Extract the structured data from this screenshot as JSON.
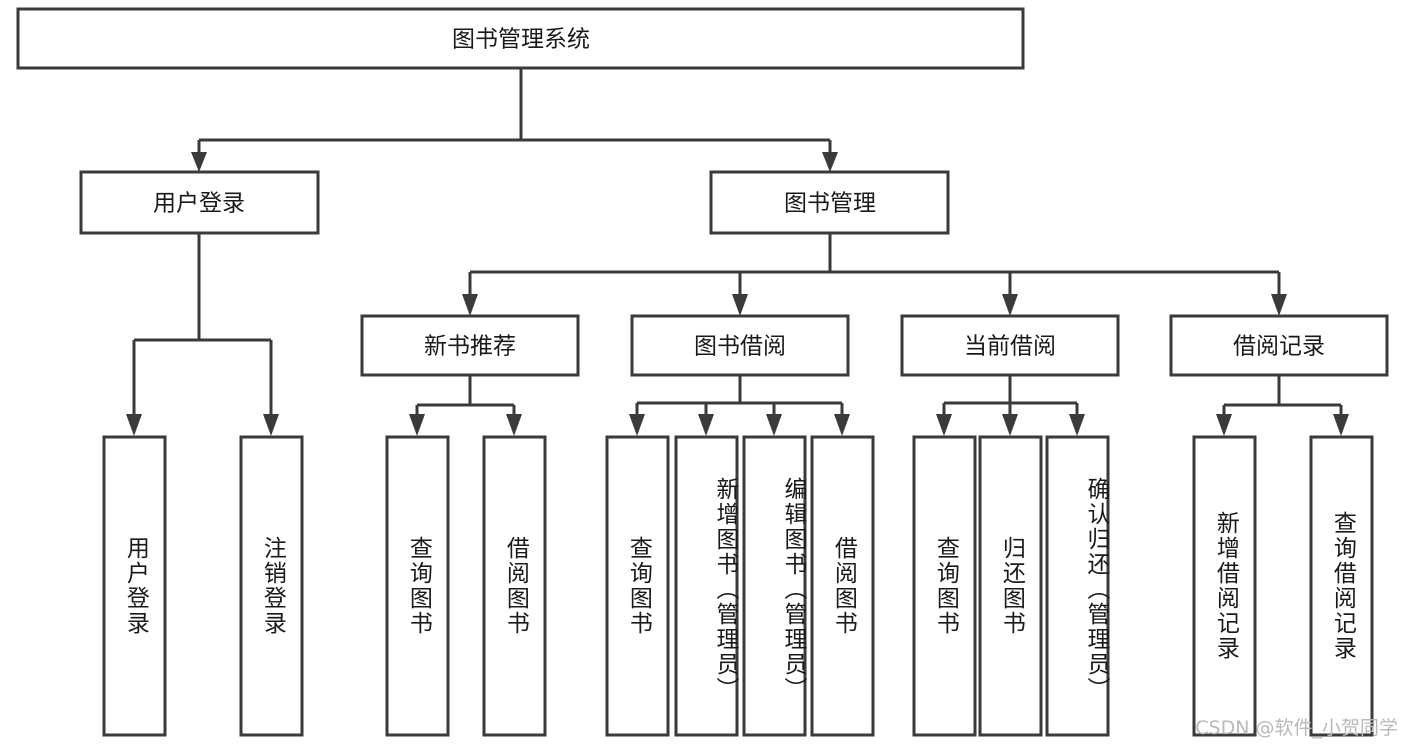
{
  "diagram": {
    "type": "tree-hierarchy",
    "title": "图书管理系统",
    "watermark": "CSDN @软件_小贺同学",
    "colors": {
      "box_fill": "#ffffff",
      "box_stroke": "#3a3a3a",
      "text": "#1a1a1a",
      "watermark": "#b9b9b9",
      "background": "#ffffff"
    },
    "levels": {
      "root": {
        "label": "图书管理系统"
      },
      "level2": [
        {
          "id": "user-login",
          "label": "用户登录"
        },
        {
          "id": "book-management",
          "label": "图书管理"
        }
      ],
      "level3": [
        {
          "id": "new-book-recommend",
          "label": "新书推荐",
          "parent": "book-management"
        },
        {
          "id": "book-borrow",
          "label": "图书借阅",
          "parent": "book-management"
        },
        {
          "id": "current-borrow",
          "label": "当前借阅",
          "parent": "book-management"
        },
        {
          "id": "borrow-record",
          "label": "借阅记录",
          "parent": "book-management"
        }
      ],
      "leaves": [
        {
          "id": "leaf-user-login",
          "label": "用户登录",
          "parent": "user-login"
        },
        {
          "id": "leaf-logout-login",
          "label": "注销登录",
          "parent": "user-login"
        },
        {
          "id": "leaf-query-book-1",
          "label": "查询图书",
          "parent": "new-book-recommend"
        },
        {
          "id": "leaf-borrow-book-1",
          "label": "借阅图书",
          "parent": "new-book-recommend"
        },
        {
          "id": "leaf-query-book-2",
          "label": "查询图书",
          "parent": "book-borrow"
        },
        {
          "id": "leaf-add-book",
          "label": "新增图书（管理员）",
          "parent": "book-borrow"
        },
        {
          "id": "leaf-edit-book",
          "label": "编辑图书（管理员）",
          "parent": "book-borrow"
        },
        {
          "id": "leaf-borrow-book-2",
          "label": "借阅图书",
          "parent": "book-borrow"
        },
        {
          "id": "leaf-query-book-3",
          "label": "查询图书",
          "parent": "current-borrow"
        },
        {
          "id": "leaf-return-book",
          "label": "归还图书",
          "parent": "current-borrow"
        },
        {
          "id": "leaf-confirm-return",
          "label": "确认归还（管理员）",
          "parent": "current-borrow"
        },
        {
          "id": "leaf-add-record",
          "label": "新增借阅记录",
          "parent": "borrow-record"
        },
        {
          "id": "leaf-query-record",
          "label": "查询借阅记录",
          "parent": "borrow-record"
        }
      ]
    }
  }
}
